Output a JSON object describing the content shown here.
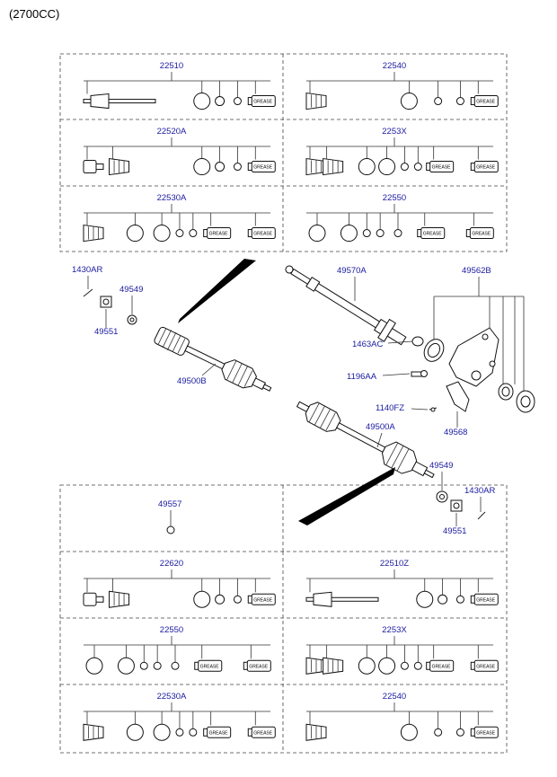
{
  "header": {
    "title": "(2700CC)"
  },
  "kits_top": [
    {
      "code": "22510",
      "kind": "full"
    },
    {
      "code": "22540",
      "kind": "inner"
    },
    {
      "code": "22520A",
      "kind": "outer"
    },
    {
      "code": "2253X",
      "kind": "boots"
    },
    {
      "code": "22530A",
      "kind": "boot"
    },
    {
      "code": "22550",
      "kind": "boot2"
    }
  ],
  "kits_bottom": [
    {
      "code": "22620",
      "kind": "outer"
    },
    {
      "code": "22510Z",
      "kind": "full"
    },
    {
      "code": "22550",
      "kind": "boot2"
    },
    {
      "code": "2253X",
      "kind": "boots"
    },
    {
      "code": "22530A",
      "kind": "boot"
    },
    {
      "code": "22540",
      "kind": "inner"
    }
  ],
  "standalone": {
    "code": "49557"
  },
  "callouts": {
    "c1430ar_left": "1430AR",
    "c49549_left": "49549",
    "c49551_left": "49551",
    "c49500b": "49500B",
    "c49570a": "49570A",
    "c49562b": "49562B",
    "c1463ac": "1463AC",
    "c1196aa": "1196AA",
    "c1140fz": "1140FZ",
    "c49568": "49568",
    "c49500a": "49500A",
    "c49549_right": "49549",
    "c1430ar_right": "1430AR",
    "c49551_right": "49551"
  },
  "grease_label": "GREASE"
}
